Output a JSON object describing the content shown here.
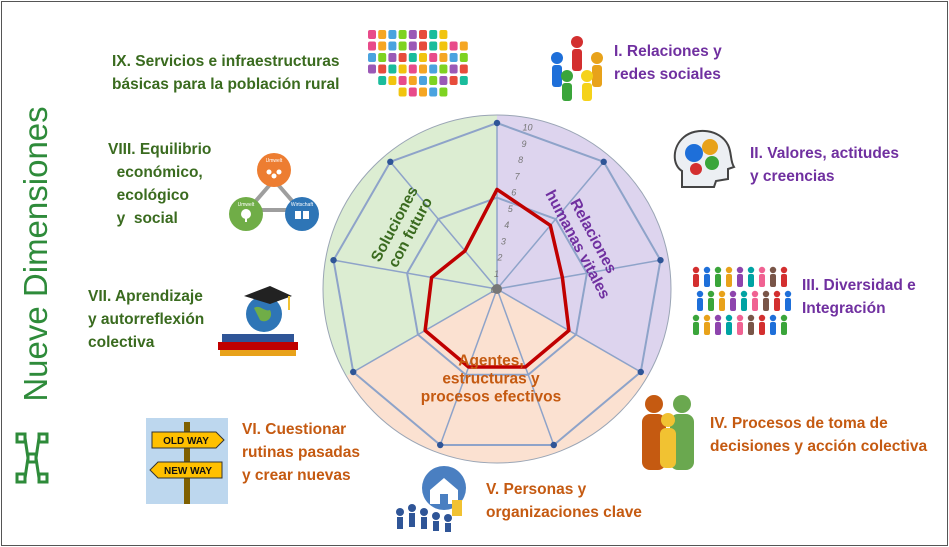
{
  "title": "Nueve Dimensiones",
  "dimensions": [
    {
      "label": "I. Relaciones y\nredes sociales",
      "icon": "people-circle-icon"
    },
    {
      "label": "II. Valores, actitudes\ny creencias",
      "icon": "head-gears-icon"
    },
    {
      "label": "III. Diversidad e\nIntegración",
      "icon": "diverse-people-icon"
    },
    {
      "label": "IV. Procesos de toma de\ndecisiones y acción colectiva",
      "icon": "group-hug-icon"
    },
    {
      "label": "V. Personas y\norganizaciones clave",
      "icon": "house-people-icon"
    },
    {
      "label": "VI. Cuestionar\nrutinas pasadas\ny crear nuevas",
      "icon": "old-new-way-sign-icon"
    },
    {
      "label": "VII. Aprendizaje\ny autorreflexión\ncolectiva",
      "icon": "graduation-globe-books-icon"
    },
    {
      "label": "VIII. Equilibrio\n  económico,\n  ecológico\n  y  social",
      "icon": "sustainability-triangle-icon"
    },
    {
      "label": "IX. Servicios e infraestructuras\nbásicas para la población rural",
      "icon": "infrastructure-icons-map-icon"
    }
  ],
  "sectors": {
    "relaciones": "Relaciones\nhumanas vitales",
    "agentes": "Agentes,\nestructuras y\nprocesos efectivos",
    "soluciones": "Soluciones\ncon futuro"
  },
  "sustainability_icon_labels": [
    "Umwelt",
    "Umwelt",
    "Wirtschaft"
  ],
  "old_way": "OLD WAY",
  "new_way": "NEW WAY",
  "radar": {
    "scale_ticks": [
      0,
      1,
      2,
      3,
      4,
      5,
      6,
      7,
      8,
      9,
      10
    ],
    "max": 10,
    "values": [
      6,
      5,
      4,
      5,
      5,
      5,
      5,
      4,
      3
    ],
    "colors": {
      "relaciones_fill": "#ddd4ee",
      "agentes_fill": "#fbe1d1",
      "soluciones_fill": "#dcedd2",
      "grid": "#8ea3c9",
      "dot": "#2f5597",
      "profile": "#c00000"
    }
  }
}
